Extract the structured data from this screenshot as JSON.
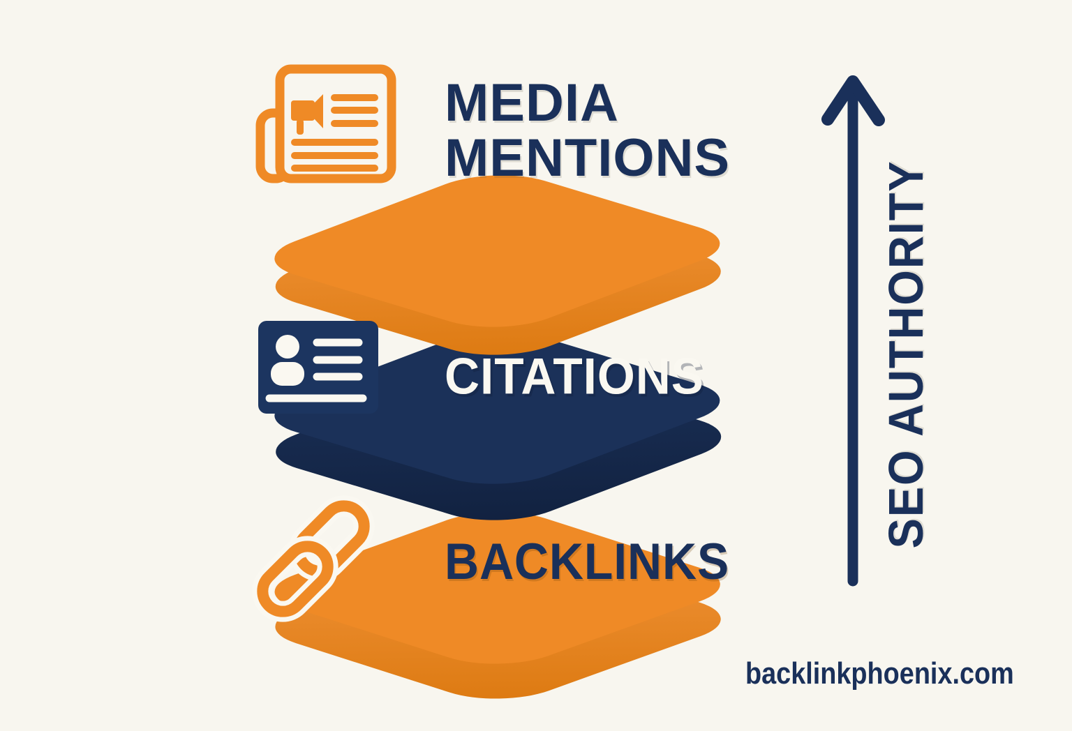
{
  "title": "SEO authority layers infographic",
  "colors": {
    "background": "#F8F6EF",
    "orange": "#EF8A26",
    "orange_light": "#F2953C",
    "orange_dark": "#DC7910",
    "navy": "#1B3159",
    "navy_dark": "#11213F",
    "text_navy": "#1A305A",
    "white": "#FAF8F1"
  },
  "layers": [
    {
      "id": "media-mentions",
      "label": "MEDIA MENTIONS",
      "lines": [
        "MEDIA",
        "MENTIONS"
      ],
      "icon": "newspaper-megaphone-icon",
      "slab_color": "orange",
      "label_color": "navy",
      "position": "top"
    },
    {
      "id": "citations",
      "label": "CITATIONS",
      "lines": [
        "CITATIONS"
      ],
      "icon": "id-card-icon",
      "slab_color": "navy",
      "label_color": "white",
      "position": "middle"
    },
    {
      "id": "backlinks",
      "label": "BACKLINKS",
      "lines": [
        "BACKLINKS"
      ],
      "icon": "chain-link-icon",
      "slab_color": "orange",
      "label_color": "navy",
      "position": "bottom"
    }
  ],
  "axis": {
    "label": "SEO AUTHORITY",
    "direction": "up",
    "icon": "up-arrow-icon"
  },
  "footer": {
    "website": "backlinkphoenix.com"
  }
}
